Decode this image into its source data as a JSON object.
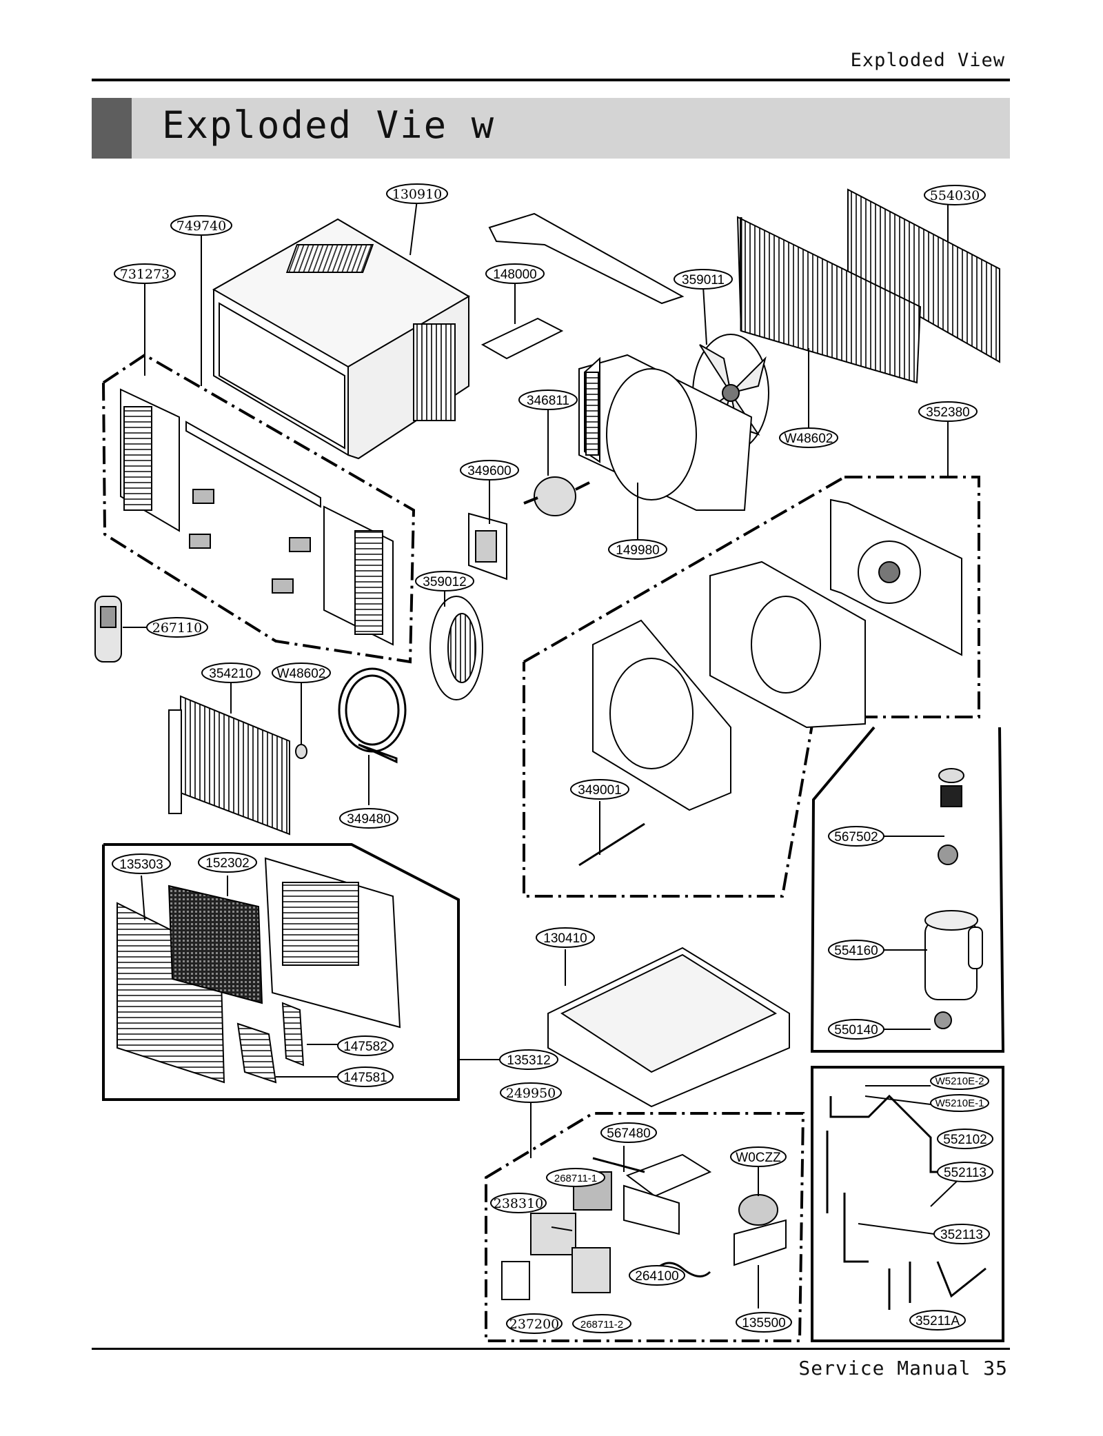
{
  "header": {
    "running_title": "Exploded View"
  },
  "section": {
    "title": "Exploded Vie w"
  },
  "footer": {
    "text": "Service Manual  35"
  },
  "callouts": {
    "p130910": "130910",
    "p749740": "749740",
    "p731273": "731273",
    "p148000": "148000",
    "p359011": "359011",
    "p554030": "554030",
    "p346811": "346811",
    "pW48602a": "W48602",
    "p352380": "352380",
    "p349600": "349600",
    "p149980": "149980",
    "p359012": "359012",
    "p267110": "267110",
    "p354210": "354210",
    "pW48602b": "W48602",
    "p349480": "349480",
    "p349001": "349001",
    "p567502": "567502",
    "p554160": "554160",
    "p550140": "550140",
    "p135303": "135303",
    "p152302": "152302",
    "p130410": "130410",
    "p147582": "147582",
    "p147581": "147581",
    "p135312": "135312",
    "p249950": "249950",
    "p567480": "567480",
    "pW0CZZ": "W0CZZ",
    "p268711_1": "268711-1",
    "p238310": "238310",
    "p264100": "264100",
    "p237200": "237200",
    "p268711_2": "268711-2",
    "p135500": "135500",
    "pW5210E2": "W5210E-2",
    "pW5210E1": "W5210E-1",
    "p552102": "552102",
    "p552113": "552113",
    "p352113": "352113",
    "p35211A": "35211A"
  }
}
